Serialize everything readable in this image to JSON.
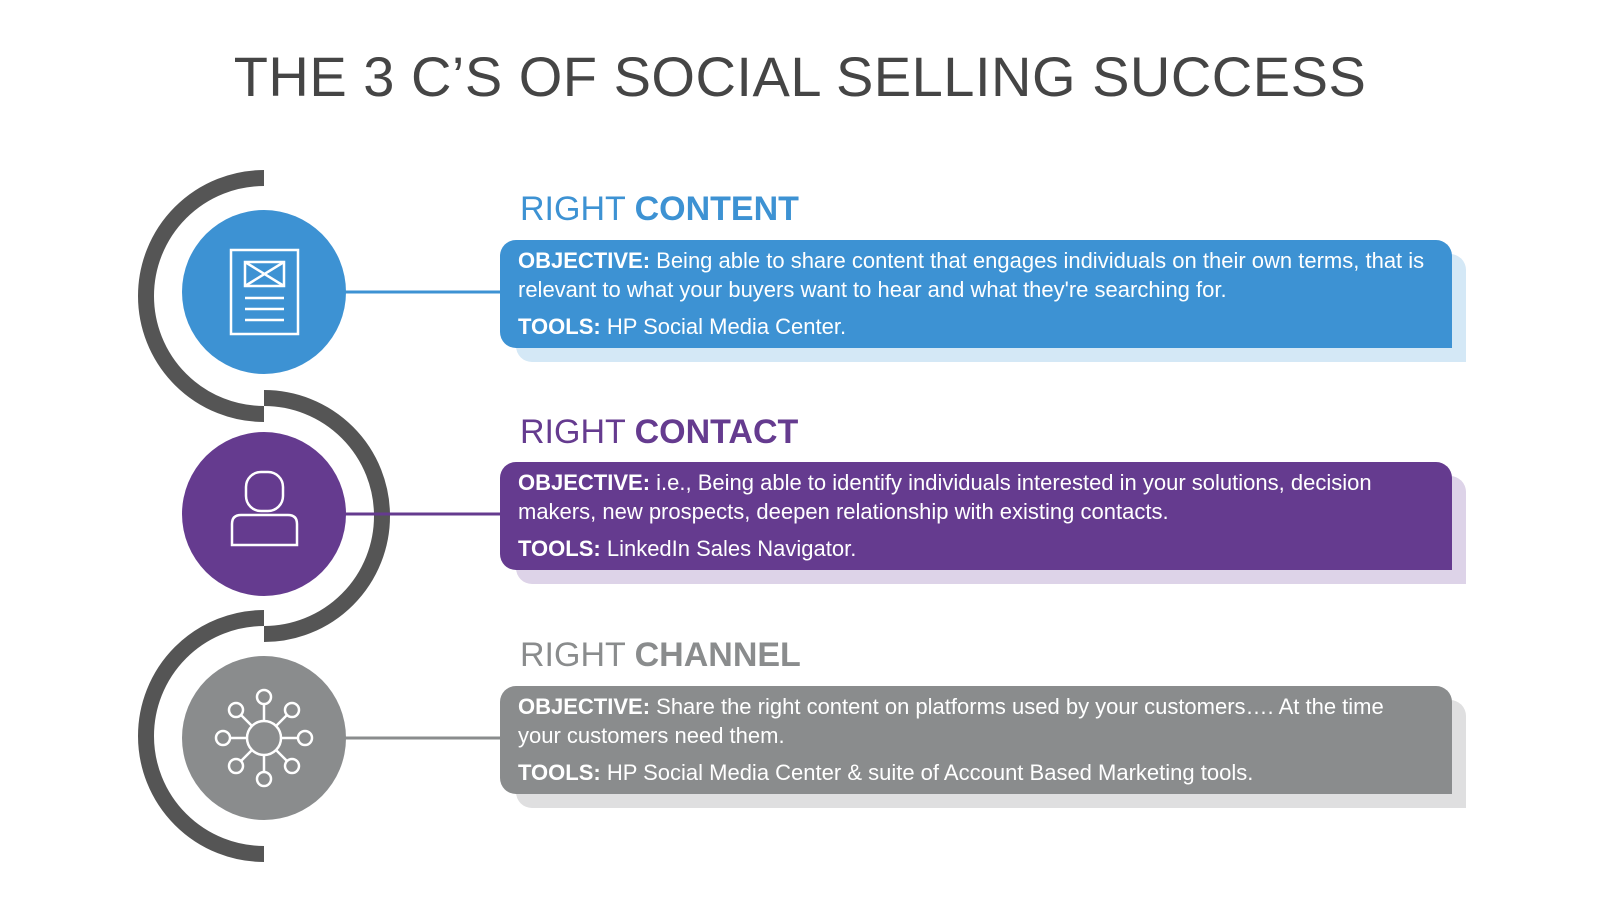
{
  "title": "THE 3 C’S OF SOCIAL SELLING SUCCESS",
  "colors": {
    "blue": "#3d92d3",
    "purple": "#653b8f",
    "gray": "#8a8c8d",
    "rail": "#555555",
    "title": "#454545"
  },
  "items": [
    {
      "heading_light": "RIGHT ",
      "heading_strong": "CONTENT",
      "icon": "document-icon",
      "objective_label": "OBJECTIVE:",
      "objective_text": " Being able to share content that engages individuals on their own terms, that is relevant to what your buyers want to hear and what they're searching for.",
      "tools_label": "TOOLS:",
      "tools_text": " HP Social Media Center."
    },
    {
      "heading_light": "RIGHT ",
      "heading_strong": "CONTACT",
      "icon": "person-icon",
      "objective_label": "OBJECTIVE:",
      "objective_text": " i.e., Being able to identify individuals interested in your solutions, decision makers, new prospects, deepen relationship with existing contacts.",
      "tools_label": "TOOLS:",
      "tools_text": " LinkedIn Sales Navigator."
    },
    {
      "heading_light": "RIGHT ",
      "heading_strong": "CHANNEL",
      "icon": "network-icon",
      "objective_label": "OBJECTIVE:",
      "objective_text": " Share the right content on platforms used by your customers…. At the time your customers need them.",
      "tools_label": "TOOLS:",
      "tools_text": " HP Social Media Center & suite of Account Based Marketing tools."
    }
  ]
}
